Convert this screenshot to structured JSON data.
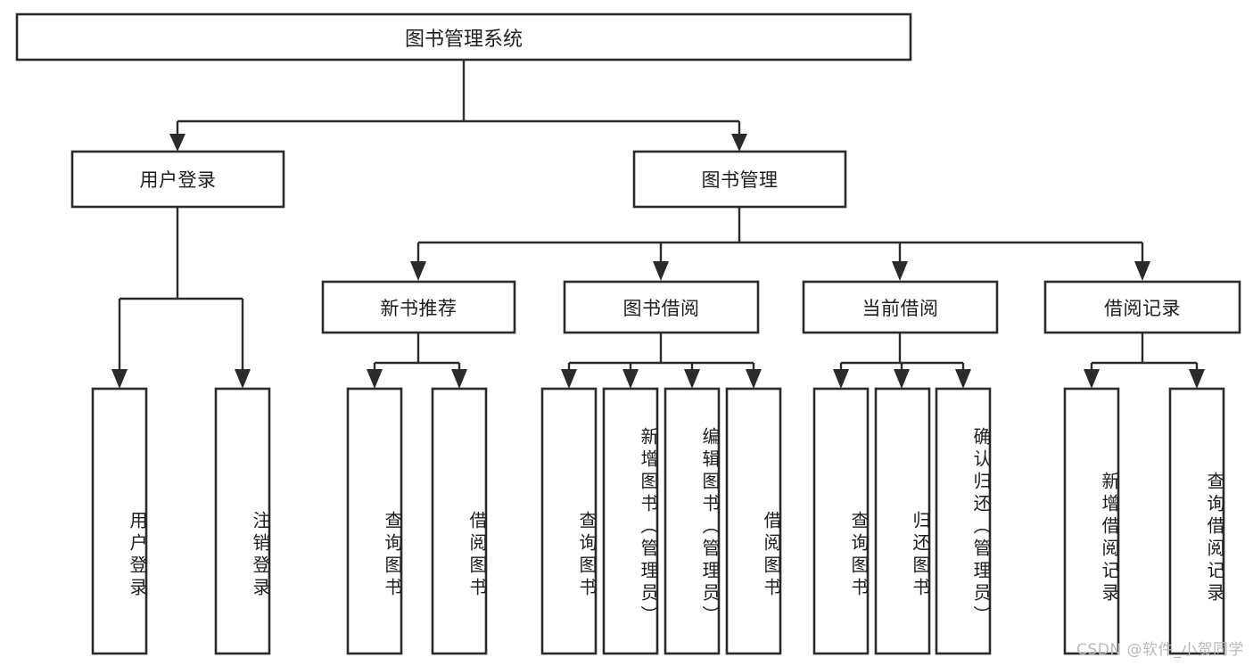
{
  "diagram": {
    "title": "图书管理系统",
    "type": "hierarchy-tree",
    "watermark": "CSDN @软件_小贺同学",
    "colors": {
      "stroke": "#2b2b2b",
      "fill": "#ffffff",
      "text": "#1d1d1d",
      "watermark": "#b9b9b9"
    },
    "levels": {
      "level1": [
        {
          "id": "root",
          "label": "图书管理系统"
        }
      ],
      "level2": [
        {
          "id": "user-login",
          "label": "用户登录",
          "parent": "root"
        },
        {
          "id": "book-manage",
          "label": "图书管理",
          "parent": "root"
        }
      ],
      "level3": [
        {
          "id": "new-book-recommend",
          "label": "新书推荐",
          "parent": "book-manage"
        },
        {
          "id": "book-borrow",
          "label": "图书借阅",
          "parent": "book-manage"
        },
        {
          "id": "current-borrow",
          "label": "当前借阅",
          "parent": "book-manage"
        },
        {
          "id": "borrow-record",
          "label": "借阅记录",
          "parent": "book-manage"
        }
      ],
      "level4": [
        {
          "id": "leaf-user-login",
          "label": "用户登录",
          "parent": "user-login"
        },
        {
          "id": "leaf-logout",
          "label": "注销登录",
          "parent": "user-login"
        },
        {
          "id": "leaf-query-book-1",
          "label": "查询图书",
          "parent": "new-book-recommend"
        },
        {
          "id": "leaf-borrow-book-1",
          "label": "借阅图书",
          "parent": "new-book-recommend"
        },
        {
          "id": "leaf-query-book-2",
          "label": "查询图书",
          "parent": "book-borrow"
        },
        {
          "id": "leaf-add-book",
          "label": "新增图书（管理员）",
          "parent": "book-borrow"
        },
        {
          "id": "leaf-edit-book",
          "label": "编辑图书（管理员）",
          "parent": "book-borrow"
        },
        {
          "id": "leaf-borrow-book-2",
          "label": "借阅图书",
          "parent": "book-borrow"
        },
        {
          "id": "leaf-query-book-3",
          "label": "查询图书",
          "parent": "current-borrow"
        },
        {
          "id": "leaf-return-book",
          "label": "归还图书",
          "parent": "current-borrow"
        },
        {
          "id": "leaf-confirm-return",
          "label": "确认归还（管理员）",
          "parent": "current-borrow"
        },
        {
          "id": "leaf-add-record",
          "label": "新增借阅记录",
          "parent": "borrow-record"
        },
        {
          "id": "leaf-query-record",
          "label": "查询借阅记录",
          "parent": "borrow-record"
        }
      ]
    }
  }
}
